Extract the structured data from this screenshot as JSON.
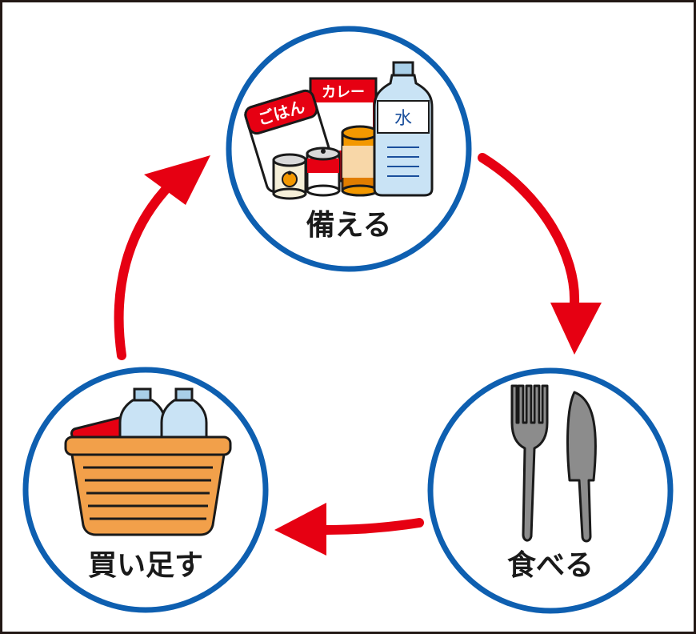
{
  "cycle": {
    "nodes": [
      {
        "id": "prepare",
        "label": "備える",
        "icon": "emergency-food-supplies-icon"
      },
      {
        "id": "eat",
        "label": "食べる",
        "icon": "fork-and-knife-icon"
      },
      {
        "id": "restock",
        "label": "買い足す",
        "icon": "shopping-basket-icon"
      }
    ],
    "arrows": [
      {
        "from": "prepare",
        "to": "eat"
      },
      {
        "from": "eat",
        "to": "restock"
      },
      {
        "from": "restock",
        "to": "prepare"
      }
    ],
    "colors": {
      "circle_border": "#0e5fb0",
      "arrow": "#e60012",
      "frame": "#231815"
    }
  },
  "items": {
    "rice_pack": "ごはん",
    "curry_pack": "カレー",
    "water_bottle": "水"
  }
}
